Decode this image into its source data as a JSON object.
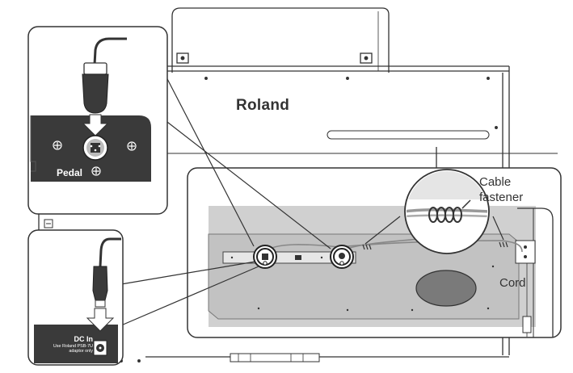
{
  "brand_text": "Roland",
  "labels": {
    "cable_fastener_line1": "Cable",
    "cable_fastener_line2": "fastener",
    "cord": "Cord",
    "pedal": "Pedal",
    "dc_in": "DC In",
    "dc_in_note_line1": "Use Roland PSB-7U",
    "dc_in_note_line2": "adaptor only"
  },
  "icons": [
    "down-arrow-icon",
    "down-arrow-icon",
    "screw-icon",
    "pedal-jack-icon",
    "dc-jack-icon",
    "cable-fastener-icon"
  ],
  "colors": {
    "outline": "#333333",
    "panel_dark": "#3a3a3a",
    "panel_grey": "#d0d0d0",
    "speaker": "#7a7a7a"
  }
}
